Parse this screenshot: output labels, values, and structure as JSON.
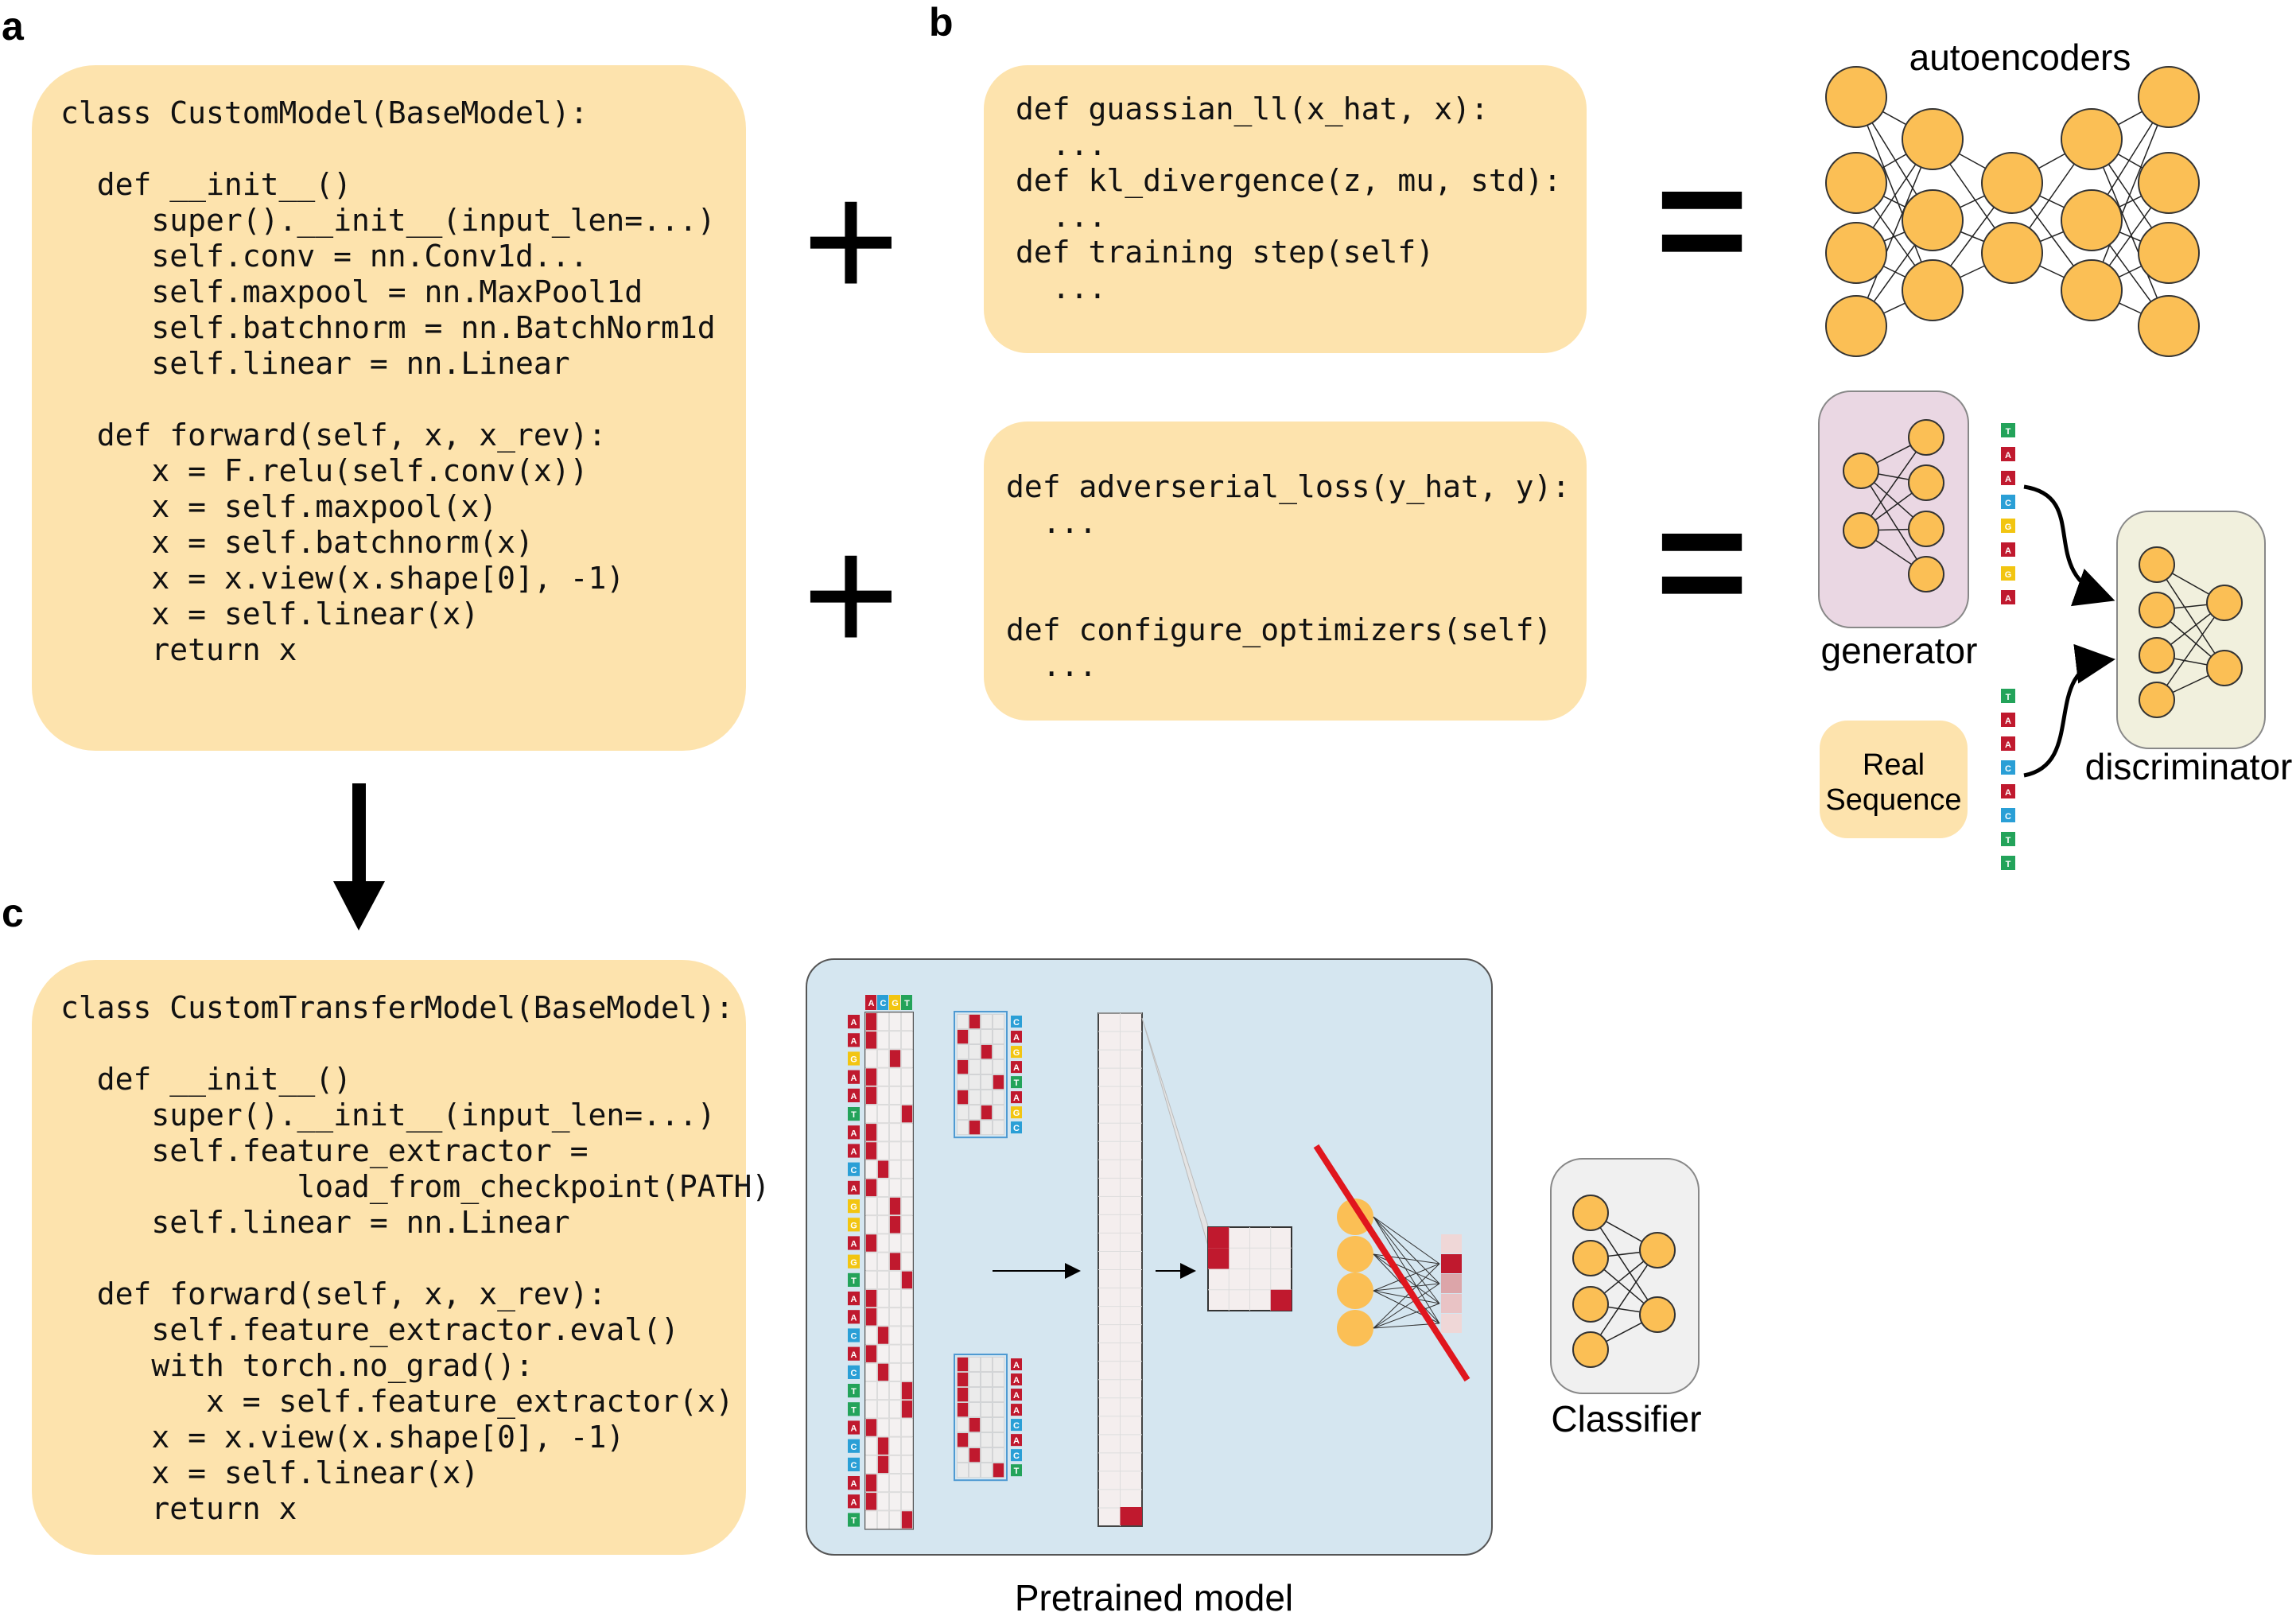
{
  "panel_letters": {
    "a": "a",
    "b": "b",
    "c": "c"
  },
  "code_a": [
    "class CustomModel(BaseModel):",
    "",
    "  def __init__()",
    "     super().__init__(input_len=...)",
    "     self.conv = nn.Conv1d...",
    "     self.maxpool = nn.MaxPool1d",
    "     self.batchnorm = nn.BatchNorm1d",
    "     self.linear = nn.Linear",
    "",
    "  def forward(self, x, x_rev):",
    "     x = F.relu(self.conv(x))",
    "     x = self.maxpool(x)",
    "     x = self.batchnorm(x)",
    "     x = x.view(x.shape[0], -1)",
    "     x = self.linear(x)",
    "     return x"
  ],
  "code_b1": [
    "def guassian_ll(x_hat, x):",
    "  ...",
    "def kl_divergence(z, mu, std):",
    "  ...",
    "def training step(self)",
    "  ..."
  ],
  "code_b2": [
    "def adverserial_loss(y_hat, y):",
    "  ...",
    "",
    "",
    "def configure_optimizers(self)",
    "  ..."
  ],
  "code_c": [
    "class CustomTransferModel(BaseModel):",
    "",
    "  def __init__()",
    "     super().__init__(input_len=...)",
    "     self.feature_extractor =",
    "             load_from_checkpoint(PATH)",
    "     self.linear = nn.Linear",
    "",
    "  def forward(self, x, x_rev):",
    "     self.feature_extractor.eval()",
    "     with torch.no_grad():",
    "        x = self.feature_extractor(x)",
    "     x = x.view(x.shape[0], -1)",
    "     x = self.linear(x)",
    "     return x"
  ],
  "symbols": {
    "plus": "+",
    "equals": "="
  },
  "labels": {
    "autoencoders": "autoencoders",
    "generator": "generator",
    "discriminator": "discriminator",
    "real_sequence": [
      "Real",
      "Sequence"
    ],
    "classifier": "Classifier",
    "pretrained_model": "Pretrained model"
  },
  "sequences": {
    "generated": [
      "T",
      "A",
      "A",
      "C",
      "G",
      "A",
      "G",
      "A"
    ],
    "real": [
      "T",
      "A",
      "A",
      "C",
      "A",
      "C",
      "T",
      "T"
    ],
    "onehot_header": [
      "A",
      "C",
      "G",
      "T"
    ],
    "onehot_rows": [
      "A",
      "A",
      "G",
      "A",
      "A",
      "T",
      "A",
      "A",
      "C",
      "A",
      "G",
      "G",
      "A",
      "G",
      "T",
      "A",
      "A",
      "C",
      "A",
      "C",
      "T",
      "T",
      "A",
      "C",
      "C",
      "A",
      "A",
      "T"
    ],
    "motif_top": [
      "C",
      "A",
      "G",
      "A",
      "T",
      "A",
      "G",
      "C"
    ],
    "motif_bottom": [
      "A",
      "A",
      "A",
      "A",
      "C",
      "A",
      "C",
      "T"
    ]
  },
  "colors": {
    "box_fill": "#fde3ad",
    "node_fill": "#fbbf55",
    "node_stroke": "#333333",
    "generator_bg": "#ead7e3",
    "discriminator_bg": "#f1f0dd",
    "classifier_bg": "#f0f0f0",
    "pretrained_bg": "#d5e6f0",
    "onehot_red": "#c0192e",
    "slash_red": "#e0161e",
    "nuc_A": "#c0192e",
    "nuc_C": "#2a9fd6",
    "nuc_G": "#f2c511",
    "nuc_T": "#23a35a"
  }
}
